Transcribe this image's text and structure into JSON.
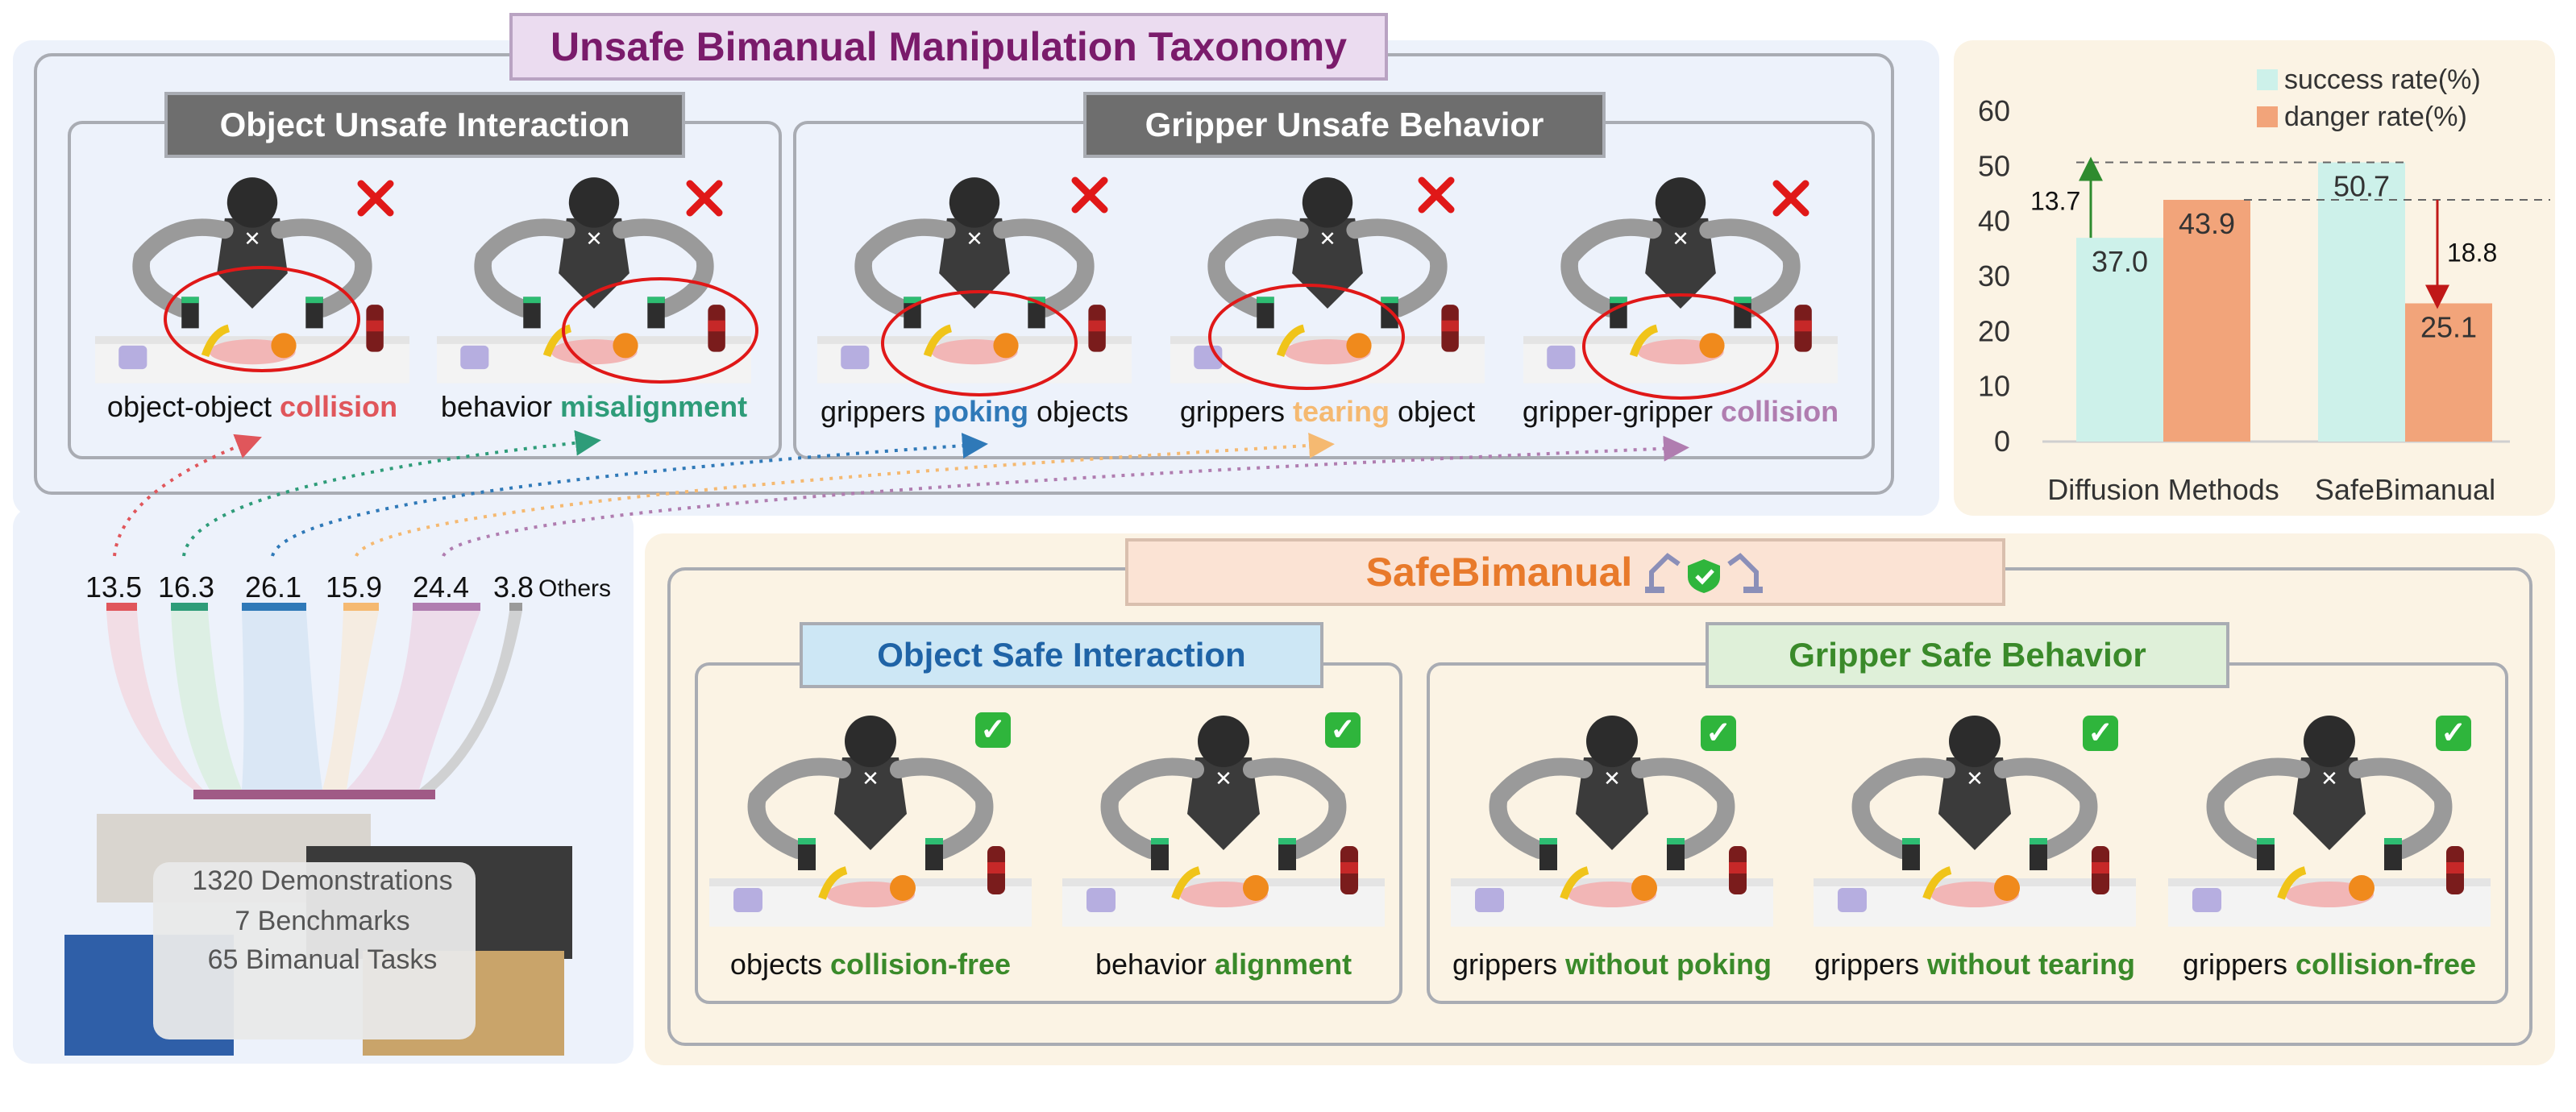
{
  "unsafe": {
    "title": "Unsafe Bimanual Manipulation Taxonomy",
    "object_group": {
      "title": "Object Unsafe Interaction",
      "items": [
        {
          "plain": "object-object ",
          "highlight": "collision",
          "color": "#e0565b"
        },
        {
          "plain": "behavior ",
          "highlight": "misalignment",
          "color": "#2e9c79"
        }
      ]
    },
    "gripper_group": {
      "title": "Gripper Unsafe Behavior",
      "items": [
        {
          "plain_before": "grippers ",
          "highlight": "poking",
          "plain_after": " objects",
          "color": "#2f79b8"
        },
        {
          "plain_before": "grippers ",
          "highlight": "tearing",
          "plain_after": " object",
          "color": "#f5b971"
        },
        {
          "plain_before": "gripper-gripper ",
          "highlight": "collision",
          "plain_after": "",
          "color": "#b07db0"
        }
      ]
    }
  },
  "distribution": {
    "values": [
      "13.5",
      "16.3",
      "26.1",
      "15.9",
      "24.4",
      "3.8"
    ],
    "others_label": "Others",
    "colors": [
      "#e0565b",
      "#2e9c79",
      "#2f79b8",
      "#f5b971",
      "#b07db0",
      "#9a9a9a"
    ],
    "stats": [
      "1320 Demonstrations",
      "7 Benchmarks",
      "65 Bimanual Tasks"
    ]
  },
  "safe": {
    "title": "SafeBimanual",
    "object_group": {
      "title": "Object Safe Interaction",
      "items": [
        {
          "plain": "objects ",
          "highlight": "collision-free"
        },
        {
          "plain": "behavior ",
          "highlight": "alignment"
        }
      ]
    },
    "gripper_group": {
      "title": "Gripper Safe Behavior",
      "items": [
        {
          "plain": "grippers ",
          "highlight": "without poking"
        },
        {
          "plain": "grippers ",
          "highlight": "without tearing"
        },
        {
          "plain": "grippers ",
          "highlight": "collision-free"
        }
      ]
    },
    "highlight_color": "#3a8a2a"
  },
  "chart_data": {
    "type": "bar",
    "categories": [
      "Diffusion Methods",
      "SafeBimanual"
    ],
    "series": [
      {
        "name": "success rate(%)",
        "values": [
          37.0,
          50.7
        ],
        "color": "#cdf1ea"
      },
      {
        "name": "danger rate(%)",
        "values": [
          43.9,
          25.1
        ],
        "color": "#f2a47a"
      }
    ],
    "ylim": [
      0,
      60
    ],
    "yticks": [
      "0",
      "10",
      "20",
      "30",
      "40",
      "50",
      "60"
    ],
    "value_labels": [
      "37.0",
      "43.9",
      "50.7",
      "25.1"
    ],
    "annotations": [
      "13.7",
      "18.8"
    ],
    "legend_position": "top-right",
    "grid": false
  }
}
